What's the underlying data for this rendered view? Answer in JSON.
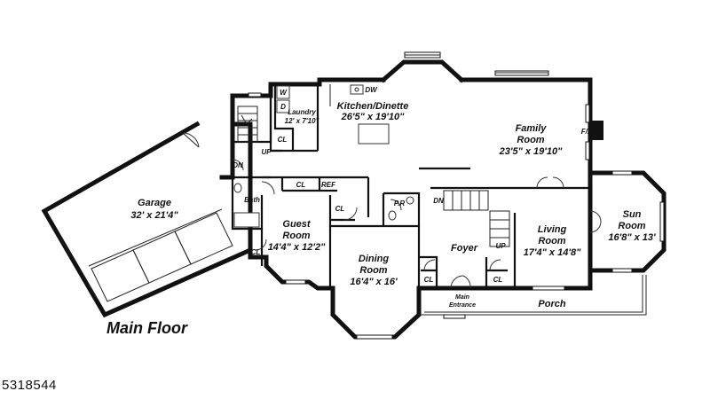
{
  "plan": {
    "title": "Main Floor",
    "listing_id": "5318544",
    "rooms": {
      "kitchen": {
        "name": "Kitchen/Dinette",
        "dims": "26'5\" x 19'10\""
      },
      "family": {
        "name_line1": "Family",
        "name_line2": "Room",
        "dims": "23'5\" x 19'10\""
      },
      "garage": {
        "name": "Garage",
        "dims": "32' x 21'4\""
      },
      "guest": {
        "name_line1": "Guest",
        "name_line2": "Room",
        "dims": "14'4\" x 12'2\""
      },
      "dining": {
        "name_line1": "Dining",
        "name_line2": "Room",
        "dims": "16'4\" x 16'"
      },
      "foyer": {
        "name": "Foyer"
      },
      "living": {
        "name_line1": "Living",
        "name_line2": "Room",
        "dims": "17'4\" x 14'8\""
      },
      "sun": {
        "name_line1": "Sun",
        "name_line2": "Room",
        "dims": "16'8\" x 13'"
      },
      "laundry": {
        "name": "Laundry",
        "dims": "12' x 7'10\""
      },
      "porch": {
        "name": "Porch"
      },
      "main_entrance": {
        "line1": "Main",
        "line2": "Entrance"
      }
    },
    "labels": {
      "bath": "Bath",
      "pr": "P.R",
      "ref": "REF",
      "dw": "DW",
      "fp": "F/P",
      "w": "W",
      "d": "D",
      "cl": "CL",
      "up": "UP",
      "dn": "DN"
    }
  }
}
